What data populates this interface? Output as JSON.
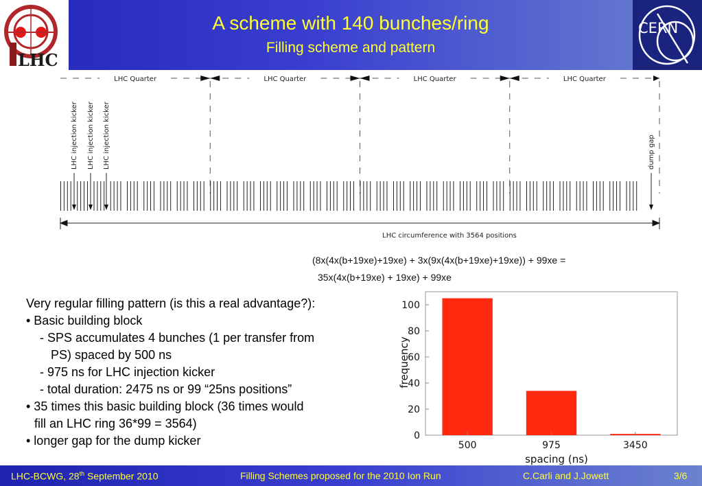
{
  "header": {
    "title": "A scheme with 140 bunches/ring",
    "subtitle": "Filling scheme and pattern",
    "left_logo_text": "LHC",
    "right_logo_text": "CERN"
  },
  "diagram": {
    "quarter_label": "LHC Quarter",
    "kicker_label": "LHC injection kicker",
    "dump_gap_label": "dump gap",
    "circumference_label": "LHC circumference with 3564 positions"
  },
  "formula": {
    "line1": "(8x(4x(b+19xe)+19xe) + 3x(9x(4x(b+19xe)+19xe)) + 99xe =",
    "line2": "35x(4x(b+19xe) + 19xe) + 99xe"
  },
  "bullets": {
    "line1": "Very regular filling pattern (is this a real advantage?):",
    "line2": "• Basic building block",
    "line3": "- SPS accumulates 4 bunches (1 per transfer from",
    "line4": "PS) spaced by 500 ns",
    "line5": "- 975 ns for LHC injection kicker",
    "line6": "- total duration: 2475 ns or 99 “25ns positions”",
    "line7": "• 35 times this basic building block (36 times would",
    "line8": "fill an LHC ring 36*99 = 3564)",
    "line9": "• longer gap for the dump kicker"
  },
  "chart_data": {
    "type": "bar",
    "categories": [
      "500",
      "975",
      "3450"
    ],
    "values": [
      105,
      34,
      1
    ],
    "xlabel": "spacing (ns)",
    "ylabel": "frequency",
    "ylim": [
      0,
      110
    ],
    "yticks": [
      0,
      20,
      40,
      60,
      80,
      100
    ],
    "bar_color": "#ff2a10",
    "grid": false
  },
  "footer": {
    "left_prefix": "LHC-BCWG, 28",
    "left_sup": "th",
    "left_suffix": " September 2010",
    "center": "Filling Schemes proposed for the 2010 Ion Run",
    "authors": "C.Carli and J.Jowett",
    "page": "3/6"
  },
  "colors": {
    "header_blue": "#2226b8",
    "title_yellow": "#ffff33",
    "bar_red": "#ff2a10"
  }
}
